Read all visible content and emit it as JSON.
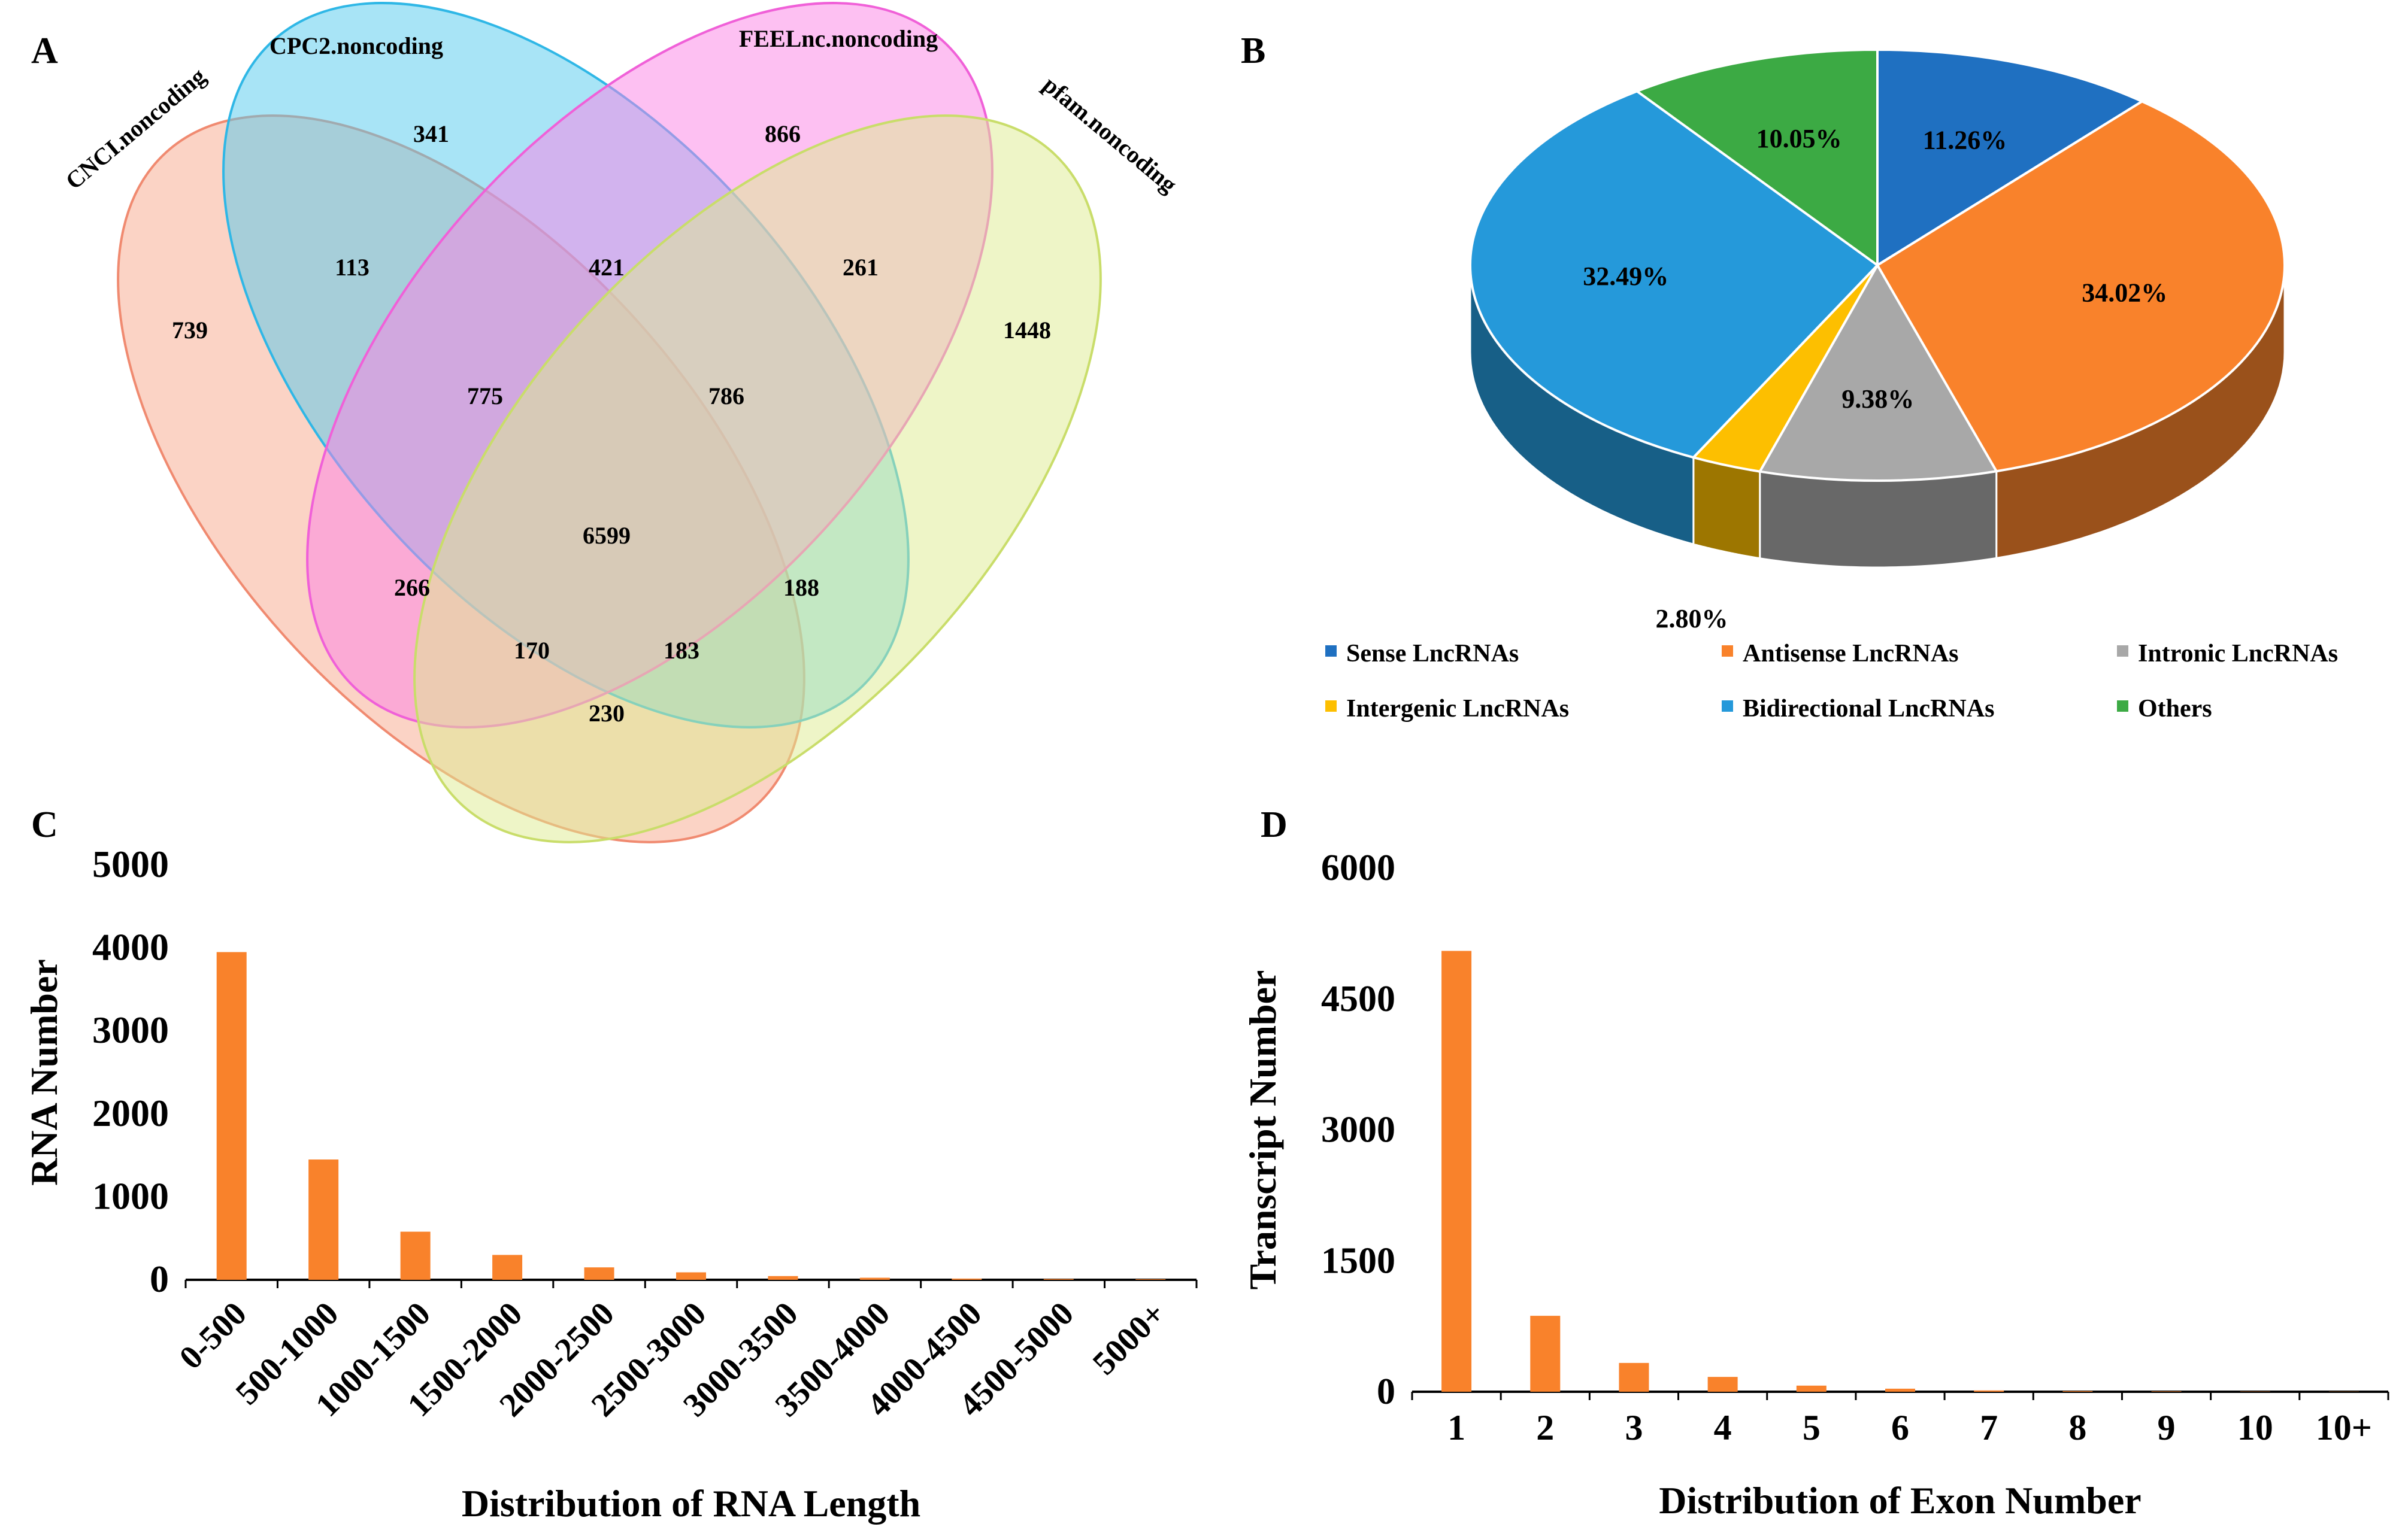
{
  "panels": {
    "a": "A",
    "b": "B",
    "c": "C",
    "d": "D"
  },
  "venn": {
    "sets": [
      {
        "name": "CNCI.noncoding",
        "color": "#F7A88C"
      },
      {
        "name": "CPC2.noncoding",
        "color": "#52C9EE"
      },
      {
        "name": "FEELnc.noncoding",
        "color": "#FB82E6"
      },
      {
        "name": "pfam.noncoding",
        "color": "#DDEB90"
      }
    ],
    "counts": {
      "CNCI_only": "739",
      "CPC2_only": "341",
      "FEELnc_only": "866",
      "pfam_only": "1448",
      "CNCI_CPC2": "113",
      "CPC2_FEELnc": "421",
      "FEELnc_pfam": "261",
      "CNCI_CPC2_FEELnc": "775",
      "CPC2_FEELnc_pfam": "786",
      "all_four": "6599",
      "CNCI_FEELnc": "266",
      "CPC2_pfam": "188",
      "CNCI_FEELnc_pfam": "170",
      "CNCI_CPC2_pfam": "183",
      "CNCI_pfam": "230"
    }
  },
  "chart_data": [
    {
      "type": "pie",
      "panel": "B",
      "slices": [
        {
          "label": "Sense LncRNAs",
          "value": 11.26,
          "display": "11.26%",
          "color": "#1F70C1"
        },
        {
          "label": "Antisense LncRNAs",
          "value": 34.02,
          "display": "34.02%",
          "color": "#F9822B"
        },
        {
          "label": "Intronic LncRNAs",
          "value": 9.38,
          "display": "9.38%",
          "color": "#A8A8A8"
        },
        {
          "label": "Intergenic LncRNAs",
          "value": 2.8,
          "display": "2.80%",
          "color": "#FDBF00"
        },
        {
          "label": "Bidirectional LncRNAs",
          "value": 32.49,
          "display": "32.49%",
          "color": "#2599DA"
        },
        {
          "label": "Others",
          "value": 10.05,
          "display": "10.05%",
          "color": "#3CAA44"
        }
      ],
      "legend_position": "bottom"
    },
    {
      "type": "bar",
      "panel": "C",
      "categories": [
        "0-500",
        "500-1000",
        "1000-1500",
        "1500-2000",
        "2000-2500",
        "2500-3000",
        "3000-3500",
        "3500-4000",
        "4000-4500",
        "4500-5000",
        "5000+"
      ],
      "values": [
        3950,
        1450,
        580,
        300,
        150,
        90,
        45,
        25,
        15,
        10,
        8
      ],
      "xlabel": "Distribution of RNA Length",
      "ylabel": "RNA Number",
      "ylim": [
        0,
        5000
      ],
      "yticks": [
        "0",
        "1000",
        "2000",
        "3000",
        "4000",
        "5000"
      ],
      "bar_color": "#F9822B",
      "grid": false
    },
    {
      "type": "bar",
      "panel": "D",
      "categories": [
        "1",
        "2",
        "3",
        "4",
        "5",
        "6",
        "7",
        "8",
        "9",
        "10",
        "10+"
      ],
      "values": [
        5050,
        870,
        330,
        170,
        70,
        35,
        15,
        8,
        5,
        3,
        2
      ],
      "xlabel": "Distribution of Exon Number",
      "ylabel": "Transcript Number",
      "ylim": [
        0,
        6000
      ],
      "yticks": [
        "0",
        "1500",
        "3000",
        "4500",
        "6000"
      ],
      "bar_color": "#F9822B",
      "grid": false
    }
  ]
}
